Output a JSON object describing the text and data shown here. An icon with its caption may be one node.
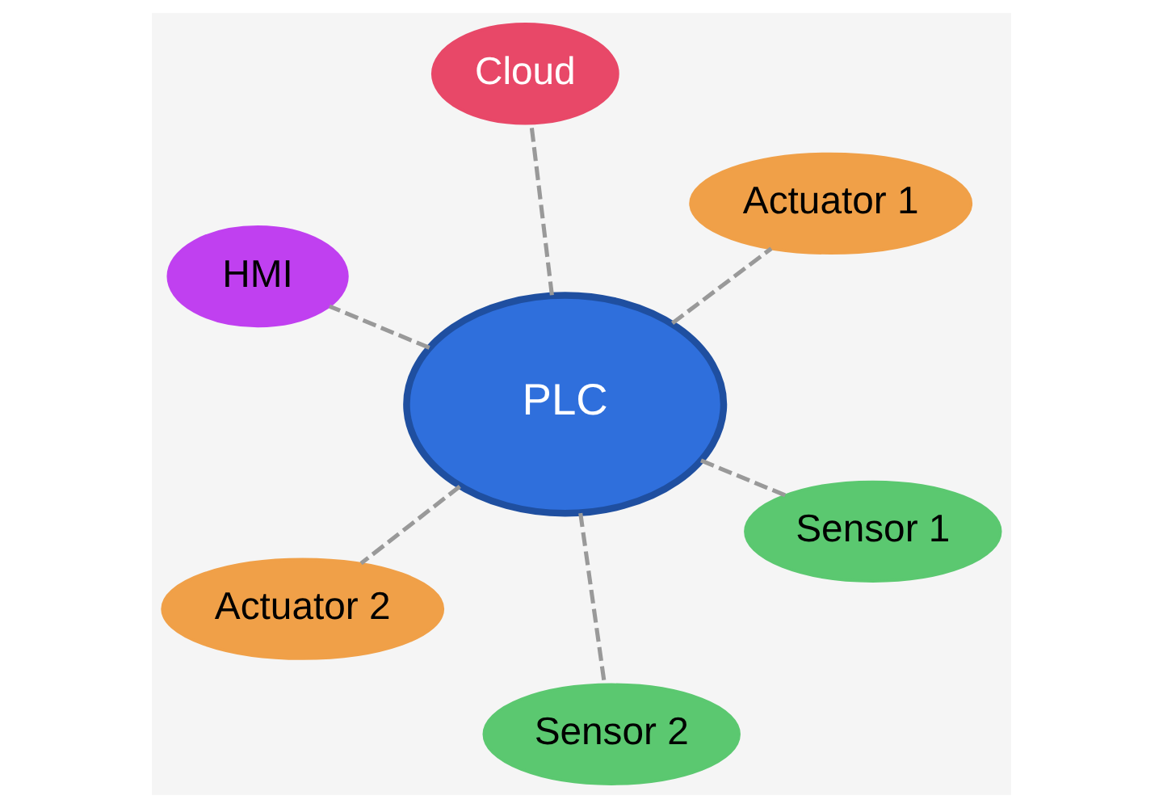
{
  "diagram": {
    "nodes": [
      {
        "text": [
          "HMI"
        ]
      },
      {
        "text": [
          "Sensor 1"
        ]
      },
      {
        "text": [
          "Sensor 2"
        ]
      },
      {
        "text": [
          "PLC"
        ]
      },
      {
        "text": [
          "Actuator 1"
        ]
      },
      {
        "text": [
          "Cloud"
        ]
      },
      {
        "text": [
          "Actuator 2"
        ]
      }
    ],
    "edges": [
      {
        "from": 3,
        "to": 0,
        "arrow": "none",
        "style": "dashed"
      },
      {
        "from": 3,
        "to": 1,
        "arrow": "none",
        "style": "dashed"
      },
      {
        "from": 3,
        "to": 2,
        "arrow": "none",
        "style": "dashed"
      },
      {
        "from": 3,
        "to": 4,
        "arrow": "none",
        "style": "dashed"
      },
      {
        "from": 3,
        "to": 5,
        "arrow": "none",
        "style": "dashed"
      },
      {
        "from": 3,
        "to": 6,
        "arrow": "none",
        "style": "dashed"
      }
    ]
  }
}
